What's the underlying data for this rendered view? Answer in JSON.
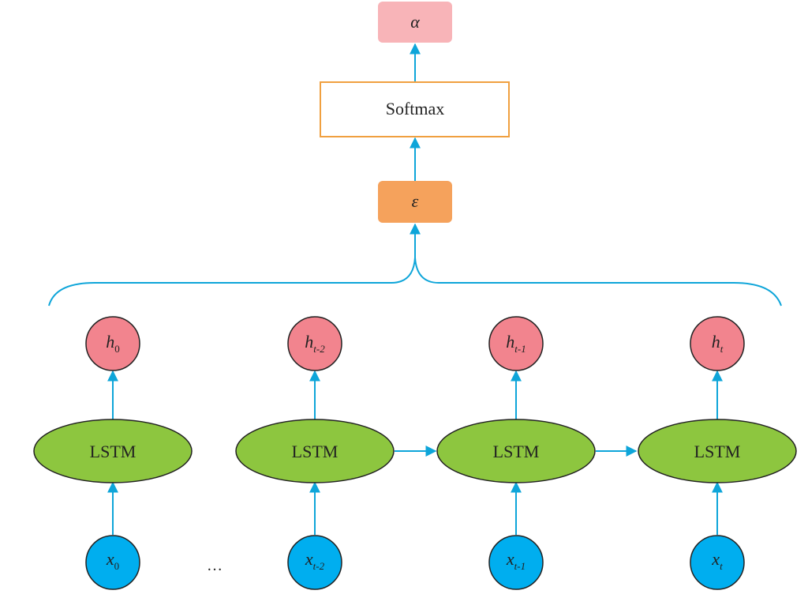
{
  "top_output": {
    "symbol": "α",
    "color": "#f8b4b8"
  },
  "softmax": {
    "label": "Softmax",
    "border_color": "#f0a040"
  },
  "energy": {
    "symbol": "ε",
    "color": "#f5a25c"
  },
  "colors": {
    "arrow": "#0ea5d9",
    "lstm_fill": "#8dc63f",
    "hidden_fill": "#f2848e",
    "input_fill": "#00aeef",
    "stroke": "#222222"
  },
  "ellipsis": "…",
  "steps": [
    {
      "hidden": {
        "base": "h",
        "sub": "0"
      },
      "lstm": "LSTM",
      "input": {
        "base": "x",
        "sub": "0"
      }
    },
    {
      "hidden": {
        "base": "h",
        "sub": "t-2"
      },
      "lstm": "LSTM",
      "input": {
        "base": "x",
        "sub": "t-2"
      }
    },
    {
      "hidden": {
        "base": "h",
        "sub": "t-1"
      },
      "lstm": "LSTM",
      "input": {
        "base": "x",
        "sub": "t-1"
      }
    },
    {
      "hidden": {
        "base": "h",
        "sub": "t"
      },
      "lstm": "LSTM",
      "input": {
        "base": "x",
        "sub": "t"
      }
    }
  ]
}
